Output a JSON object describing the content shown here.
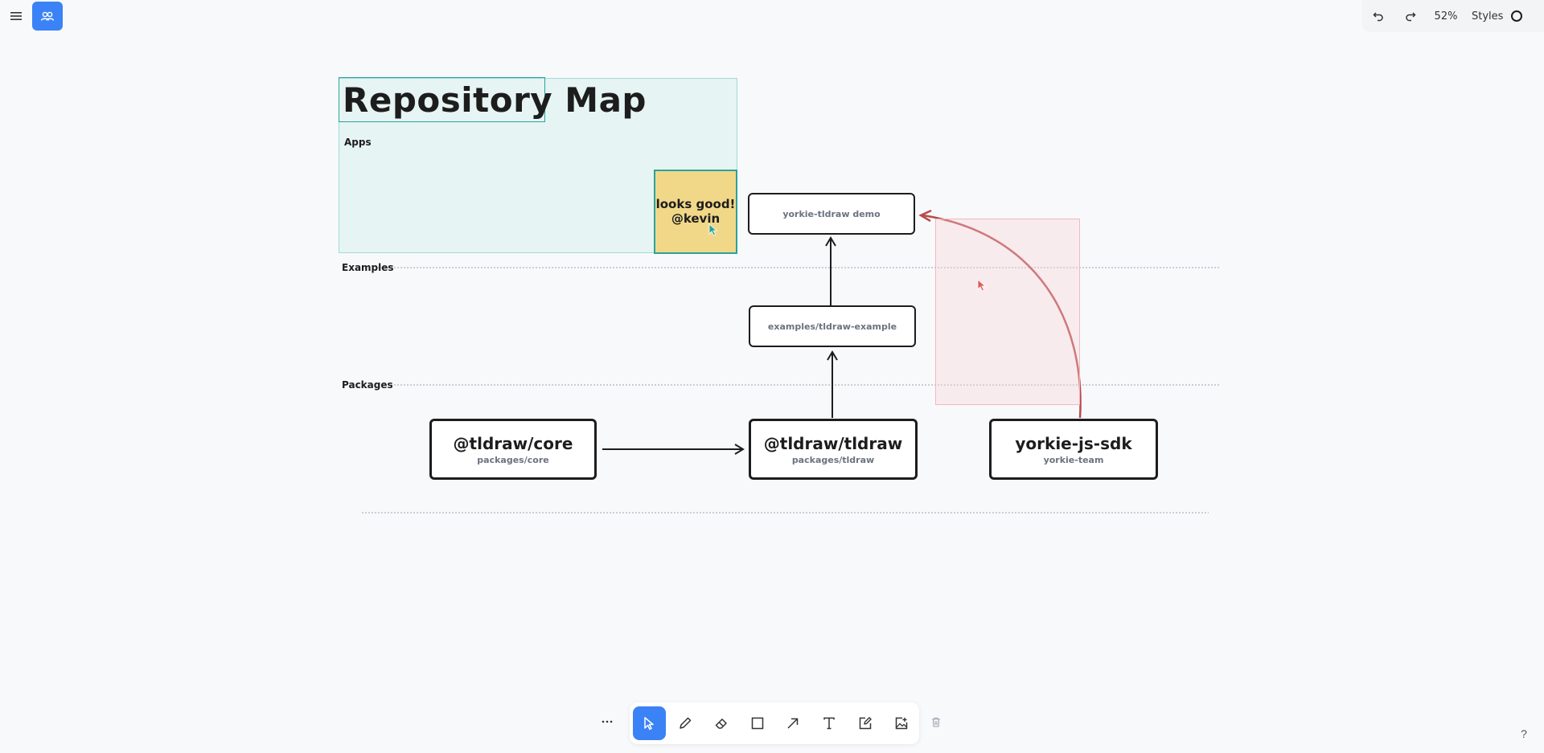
{
  "toolbar_top": {
    "menu_icon": "hamburger-menu-icon",
    "collab_icon": "people-icon",
    "zoom": "52%",
    "styles_label": "Styles"
  },
  "canvas": {
    "title": "Repository Map",
    "sections": {
      "apps": "Apps",
      "examples": "Examples",
      "packages": "Packages"
    },
    "sticky": {
      "line1": "looks good!",
      "line2": "@kevin"
    },
    "nodes": {
      "demo": "yorkie-tldraw demo",
      "example": "examples/tldraw-example",
      "core_main": "@tldraw/core",
      "core_sub": "packages/core",
      "tldraw_main": "@tldraw/tldraw",
      "tldraw_sub": "packages/tldraw",
      "yorkie_main": "yorkie-js-sdk",
      "yorkie_sub": "yorkie-team"
    },
    "colors": {
      "accent": "#3b82f6",
      "selection": "#2aa39a",
      "sticky": "#f1d889",
      "arrow_red": "#b94a4a"
    }
  },
  "bottom_toolbar": {
    "tools": [
      "more-icon",
      "select-icon",
      "pencil-icon",
      "eraser-icon",
      "rectangle-icon",
      "arrow-icon",
      "text-icon",
      "note-icon",
      "image-icon",
      "trash-icon"
    ],
    "help": "?"
  }
}
